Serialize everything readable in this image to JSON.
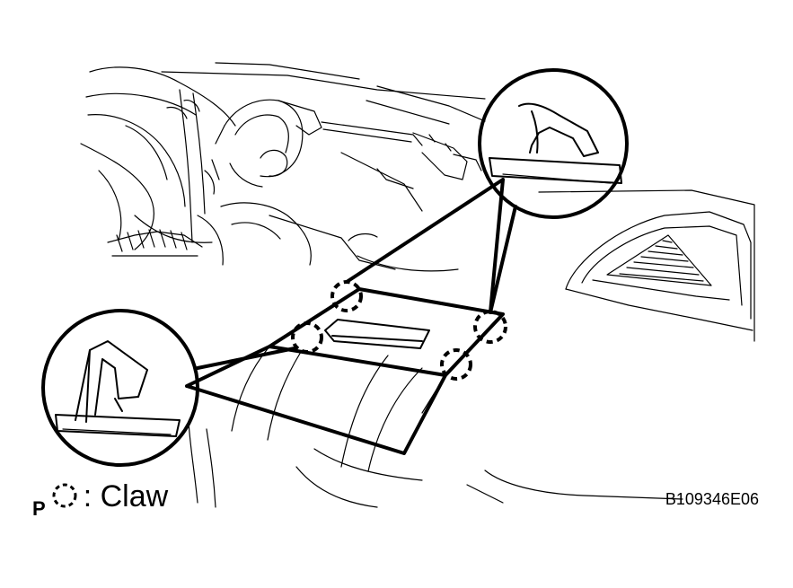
{
  "legend": {
    "marker": "P",
    "icon": "dashed-circle-icon",
    "label": ": Claw"
  },
  "figure_code": "B109346E06"
}
